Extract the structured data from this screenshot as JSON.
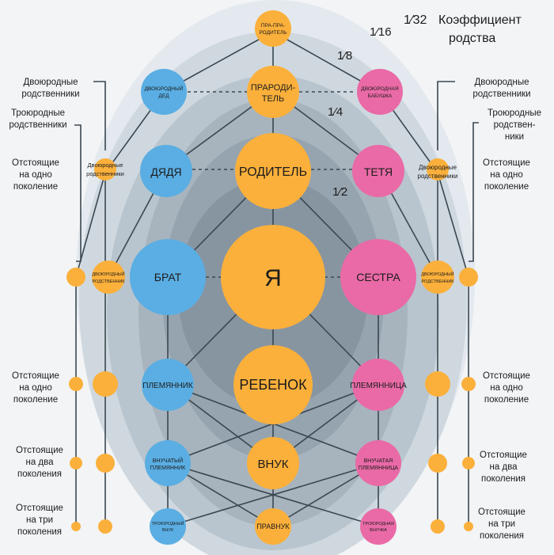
{
  "header": {
    "coefficient_label_line1": "Коэффициент",
    "coefficient_label_line2": "родства",
    "fraction_1_32": "1⁄32",
    "fraction_1_16": "1⁄16",
    "fraction_1_8": "1⁄8",
    "fraction_1_4": "1⁄4",
    "fraction_1_2": "1⁄2"
  },
  "nodes": {
    "ya": "Я",
    "roditel": "РОДИТЕЛЬ",
    "praroditel_l1": "ПРАРОДИ-",
    "praroditel_l2": "ТЕЛЬ",
    "prapraroditel_l1": "ПРА-ПРА-",
    "prapraroditel_l2": "РОДИТЕЛЬ",
    "dvoyurodny_ded_l1": "ДВОЮРОДНЫЙ",
    "dvoyurodny_ded_l2": "ДЕД",
    "dvoyurodnaya_babushka_l1": "ДВОЮРОДНАЯ",
    "dvoyurodnaya_babushka_l2": "БАБУШКА",
    "dyadya": "ДЯДЯ",
    "tetya": "ТЕТЯ",
    "brat": "БРАТ",
    "sestra": "СЕСТРА",
    "rebenok": "РЕБЕНОК",
    "plemyannik": "ПЛЕМЯННИК",
    "plemyannitsa": "ПЛЕМЯННИЦА",
    "vnuk": "ВНУК",
    "vnuchaty_plemyannik_l1": "ВНУЧАТЫЙ",
    "vnuchaty_plemyannik_l2": "ПЛЕМЯННИК",
    "vnuchataya_plemyannitsa_l1": "ВНУЧАТАЯ",
    "vnuchataya_plemyannitsa_l2": "ПЛЕМЯННИЦА",
    "pravnuk": "ПРАВНУК",
    "troyurodny_vnuk_l1": "ТРОЮРОДНЫЙ",
    "troyurodny_vnuk_l2": "ВНУК",
    "troyurodnaya_vnuchka_l1": "ТРОЮРОДНАЯ",
    "troyurodnaya_vnuchka_l2": "ВНУЧКА",
    "dvoyurodnye_l1": "Двоюродные",
    "dvoyurodnye_l2": "родственники",
    "dvoyurodny_rodstvennik_l1": "ДВОЮРОДНЫЙ",
    "dvoyurodny_rodstvennik_l2": "РОДСТВЕННИК"
  },
  "left_labels": {
    "dvoyurodnye_l1": "Двоюродные",
    "dvoyurodnye_l2": "родственники",
    "troyurodnye_l1": "Троюродные",
    "troyurodnye_l2": "родственники",
    "odno_l1": "Отстоящие",
    "odno_l2": "на одно",
    "odno_l3": "поколение",
    "dva_l1": "Отстоящие",
    "dva_l2": "на два",
    "dva_l3": "поколения",
    "tri_l1": "Отстоящие",
    "tri_l2": "на три",
    "tri_l3": "поколения"
  },
  "right_labels": {
    "dvoyurodnye_l1": "Двоюродные",
    "dvoyurodnye_l2": "родственники",
    "troyurodnye_l1": "Троюродные",
    "troyurodnye_l2": "родствен-",
    "troyurodnye_l3": "ники",
    "odno_l1": "Отстоящие",
    "odno_l2": "на одно",
    "odno_l3": "поколение",
    "dva_l1": "Отстоящие",
    "dva_l2": "на два",
    "dva_l3": "поколения",
    "tri_l1": "Отстоящие",
    "tri_l2": "на три",
    "tri_l3": "поколения"
  },
  "colors": {
    "orange": "#fbb03b",
    "blue": "#5aaee3",
    "pink": "#e96aa6",
    "line": "#3a4750",
    "band_outer": "#e3e9ee",
    "band_1": "#cfd8df",
    "band_2": "#b9c5ce",
    "band_3": "#a7b4be",
    "band_4": "#96a4af",
    "band_5": "#8795a1"
  }
}
